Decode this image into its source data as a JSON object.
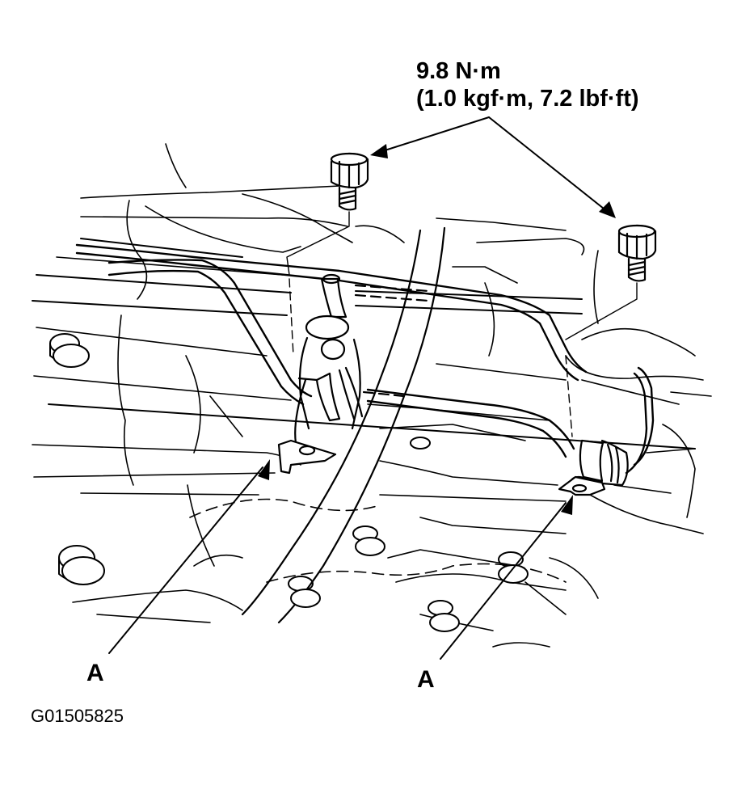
{
  "torque": {
    "line1": "9.8 N·m",
    "line2": "(1.0 kgf·m, 7.2 lbf·ft)"
  },
  "callouts": {
    "left": "A",
    "right": "A"
  },
  "figure_id": "G01505825",
  "colors": {
    "line": "#000000",
    "background": "#ffffff"
  }
}
